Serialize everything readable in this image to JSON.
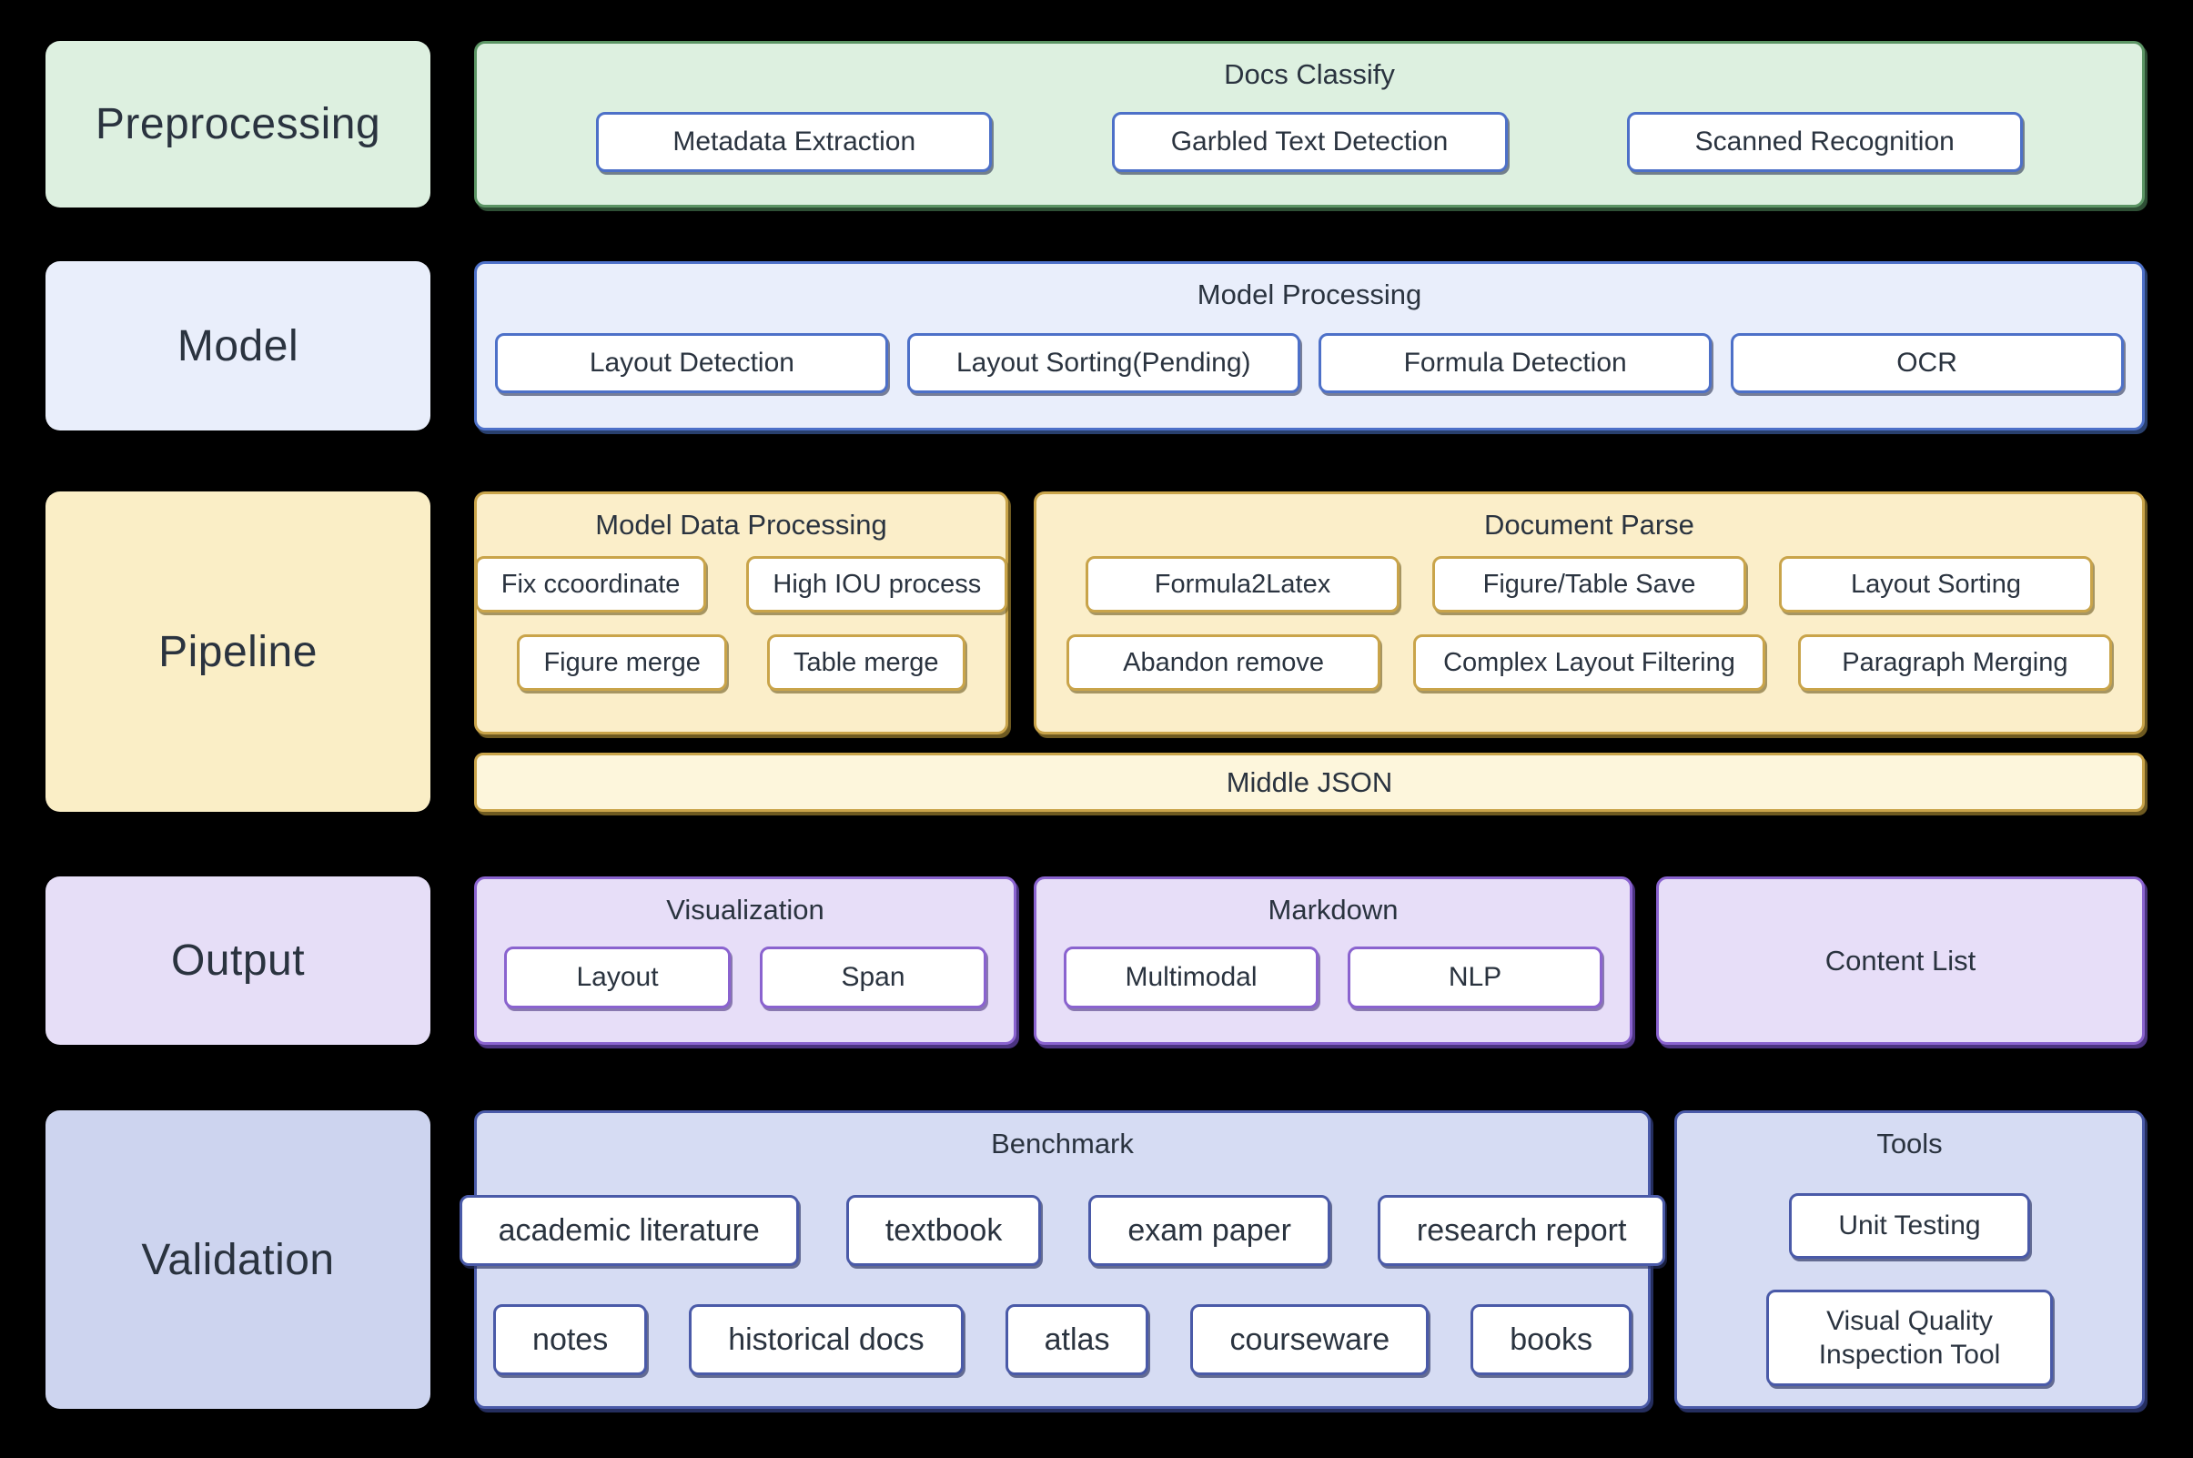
{
  "diagram": {
    "rows": [
      {
        "label": "Preprocessing",
        "sections": [
          {
            "title": "Docs Classify",
            "buttons": [
              "Metadata Extraction",
              "Garbled Text Detection",
              "Scanned Recognition"
            ]
          }
        ]
      },
      {
        "label": "Model",
        "sections": [
          {
            "title": "Model Processing",
            "buttons": [
              "Layout Detection",
              "Layout Sorting(Pending)",
              "Formula Detection",
              "OCR"
            ]
          }
        ]
      },
      {
        "label": "Pipeline",
        "sections": [
          {
            "title": "Model Data Processing",
            "button_rows": [
              [
                "Fix ccoordinate",
                "High IOU process"
              ],
              [
                "Figure merge",
                "Table merge"
              ]
            ]
          },
          {
            "title": "Document Parse",
            "button_rows": [
              [
                "Formula2Latex",
                "Figure/Table Save",
                "Layout Sorting"
              ],
              [
                "Abandon remove",
                "Complex Layout Filtering",
                "Paragraph Merging"
              ]
            ]
          }
        ],
        "bar": "Middle JSON"
      },
      {
        "label": "Output",
        "sections": [
          {
            "title": "Visualization",
            "buttons": [
              "Layout",
              "Span"
            ]
          },
          {
            "title": "Markdown",
            "buttons": [
              "Multimodal",
              "NLP"
            ]
          },
          {
            "title": "Content List",
            "buttons": []
          }
        ]
      },
      {
        "label": "Validation",
        "sections": [
          {
            "title": "Benchmark",
            "button_rows": [
              [
                "academic literature",
                "textbook",
                "exam paper",
                "research report"
              ],
              [
                "notes",
                "historical docs",
                "atlas",
                "courseware",
                "books"
              ]
            ]
          },
          {
            "title": "Tools",
            "button_rows": [
              [
                "Unit Testing"
              ],
              [
                "Visual Quality Inspection Tool"
              ]
            ]
          }
        ]
      }
    ],
    "colors": {
      "background": "#000000",
      "text": "#2a333f",
      "green_fill": "#ddf0e0",
      "green_border": "#5b9464",
      "blue_fill": "#e9eefb",
      "blue_border": "#4d70c8",
      "yellow_fill": "#fbeec9",
      "yellow_border": "#c9a44a",
      "yellow_bar_fill": "#fdf6dc",
      "purple_fill": "#e7def8",
      "purple_border": "#8a63cf",
      "indigo_fill": "#d6dcf3",
      "indigo_border": "#4a5aa8",
      "node_fill": "#ffffff"
    }
  }
}
